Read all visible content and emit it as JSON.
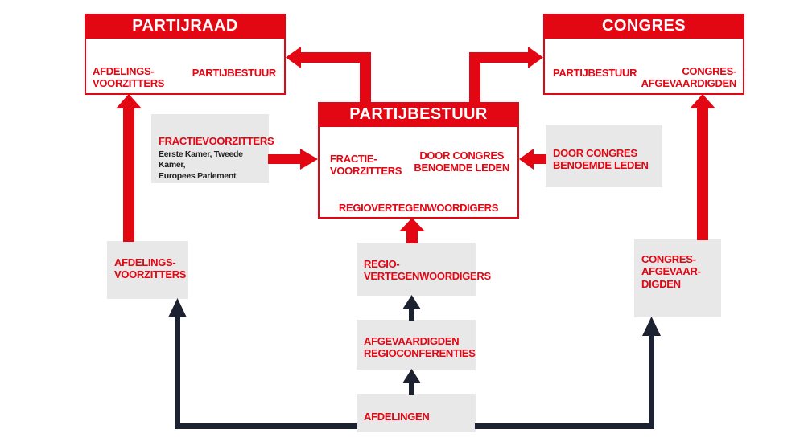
{
  "colors": {
    "red": "#e30613",
    "gray": "#e8e8e8",
    "dark": "#1c2230",
    "subtext": "#222222"
  },
  "partijraad_box": {
    "title": "PARTIJRAAD",
    "left_label": "AFDELINGS-\nVOORZITTERS",
    "right_label": "PARTIJBESTUUR"
  },
  "congres_box": {
    "title": "CONGRES",
    "left_label": "PARTIJBESTUUR",
    "right_label": "CONGRES-\nAFGEVAARDIGDEN"
  },
  "partijbestuur_box": {
    "title": "PARTIJBESTUUR",
    "left_label": "FRACTIE-\nVOORZITTERS",
    "right_label": "DOOR CONGRES\nBENOEMDE LEDEN",
    "bottom_label": "REGIOVERTEGENWOORDIGERS"
  },
  "fractievoorzitters_box": {
    "title": "FRACTIEVOORZITTERS",
    "subtitle": "Eerste Kamer, Tweede Kamer,\nEuropees Parlement"
  },
  "door_congres_box": {
    "label": "DOOR CONGRES\nBENOEMDE LEDEN"
  },
  "afdelingsvoorzitters_box": {
    "label": "AFDELINGS-\nVOORZITTERS"
  },
  "regiovertegenwoordigers_box": {
    "label": "REGIO-\nVERTEGENWOORDIGERS"
  },
  "afgevaardigden_box": {
    "label": "AFGEVAARDIGDEN\nREGIOCONFERENTIES"
  },
  "afdelingen_box": {
    "label": "AFDELINGEN"
  },
  "congres_afgevaardigden_box": {
    "label": "CONGRES-\nAFGEVAAR-\nDIGDEN"
  },
  "arrows": [
    {
      "from": "partijbestuur",
      "to": "partijraad",
      "color": "red"
    },
    {
      "from": "partijbestuur",
      "to": "congres",
      "color": "red"
    },
    {
      "from": "afdelings-voorzitters",
      "to": "partijraad",
      "color": "red"
    },
    {
      "from": "congres-afgevaardigden",
      "to": "congres",
      "color": "red"
    },
    {
      "from": "fractievoorzitters",
      "to": "partijbestuur",
      "color": "red"
    },
    {
      "from": "door-congres-benoemde-leden",
      "to": "partijbestuur",
      "color": "red"
    },
    {
      "from": "regiovertegenwoordigers",
      "to": "partijbestuur",
      "color": "red"
    },
    {
      "from": "afdelingen",
      "to": "afgevaardigden-regioconferenties",
      "color": "dark"
    },
    {
      "from": "afgevaardigden-regioconferenties",
      "to": "regiovertegenwoordigers",
      "color": "dark"
    },
    {
      "from": "afdelingen",
      "to": "afdelings-voorzitters",
      "color": "dark"
    },
    {
      "from": "afdelingen",
      "to": "congres-afgevaardigden",
      "color": "dark"
    }
  ]
}
